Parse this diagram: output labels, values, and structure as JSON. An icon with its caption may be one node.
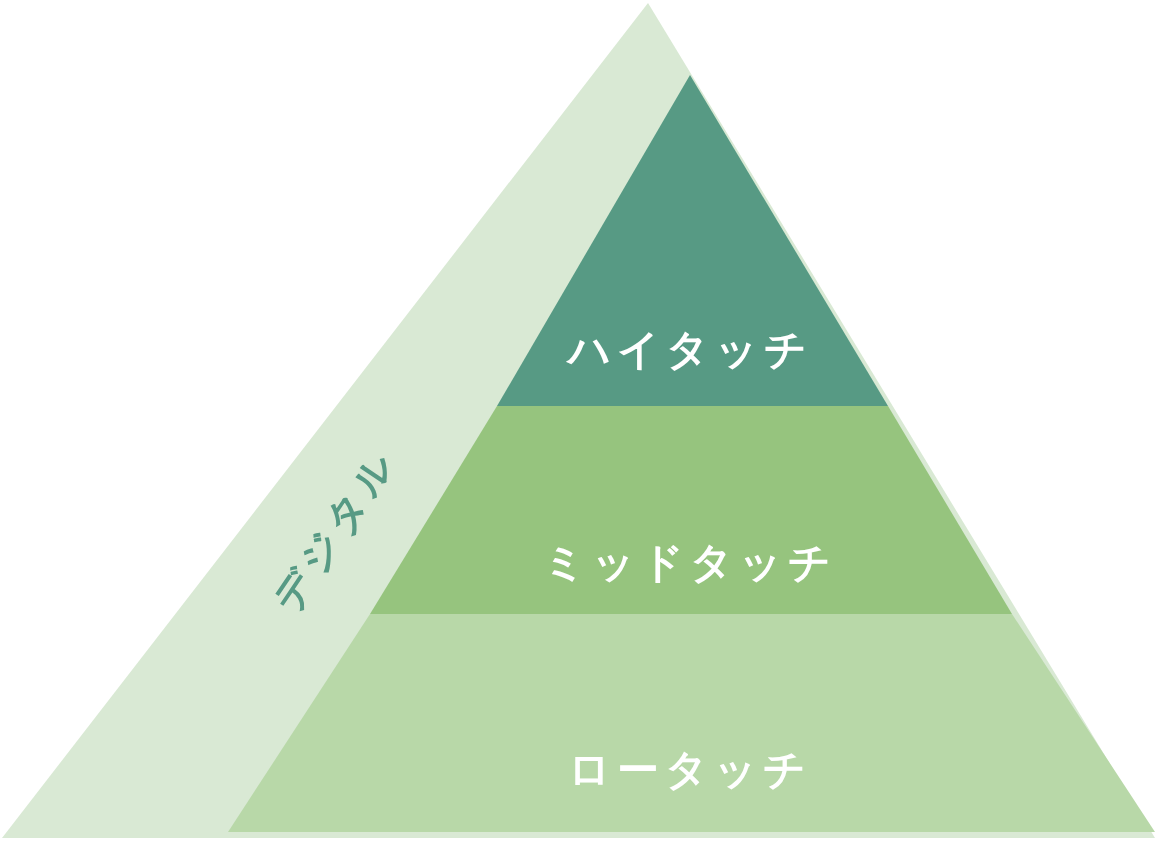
{
  "diagram": {
    "nodes": [
      {
        "text": [
          "デジタル"
        ]
      },
      {
        "text": [
          "ハイタッチ"
        ],
        "in": 0
      },
      {
        "text": [
          "ミッドタッチ"
        ],
        "in": 0
      },
      {
        "text": [
          "ロータッチ"
        ],
        "in": 0
      }
    ]
  }
}
